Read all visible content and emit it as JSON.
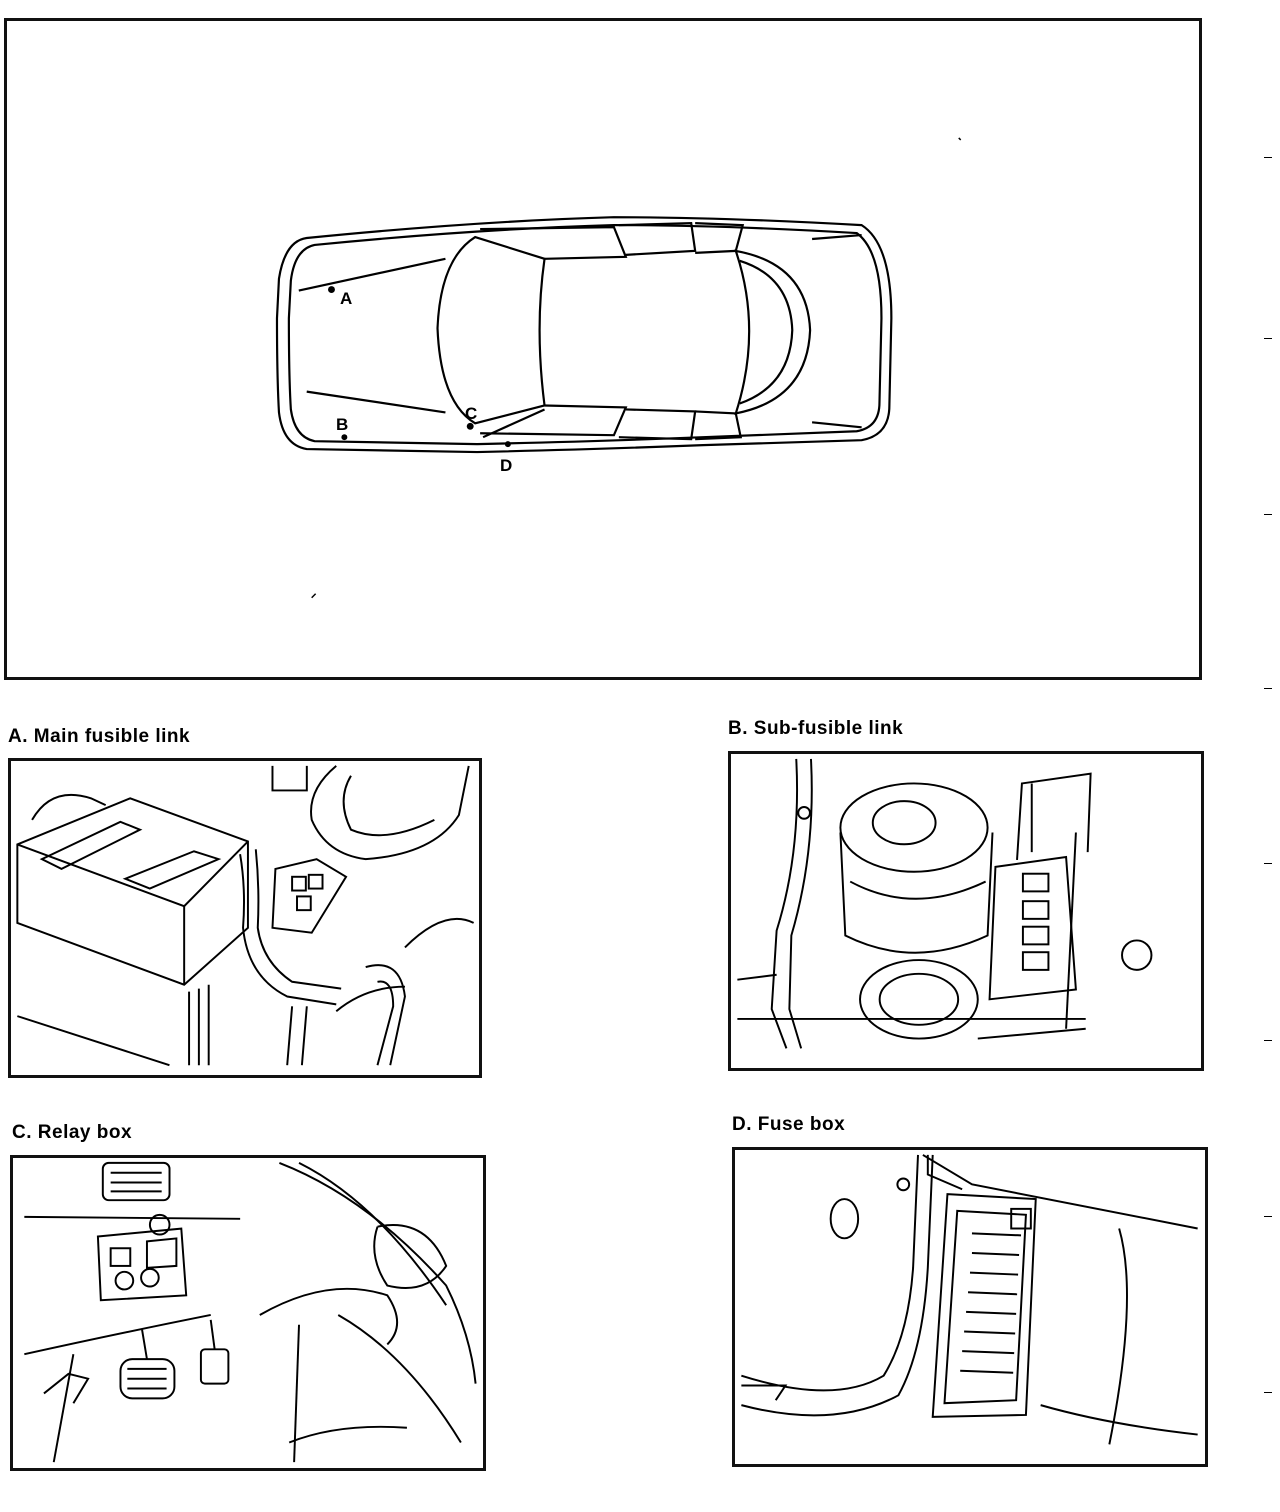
{
  "locator": {
    "markers": [
      {
        "id": "A",
        "label": "A"
      },
      {
        "id": "B",
        "label": "B"
      },
      {
        "id": "C",
        "label": "C"
      },
      {
        "id": "D",
        "label": "D"
      }
    ]
  },
  "panels": {
    "a": {
      "caption": "A.  Main  fusible  link"
    },
    "b": {
      "caption": "B.  Sub-fusible  link"
    },
    "c": {
      "caption": "C.  Relay  box"
    },
    "d": {
      "caption": "D.  Fuse  box"
    }
  }
}
